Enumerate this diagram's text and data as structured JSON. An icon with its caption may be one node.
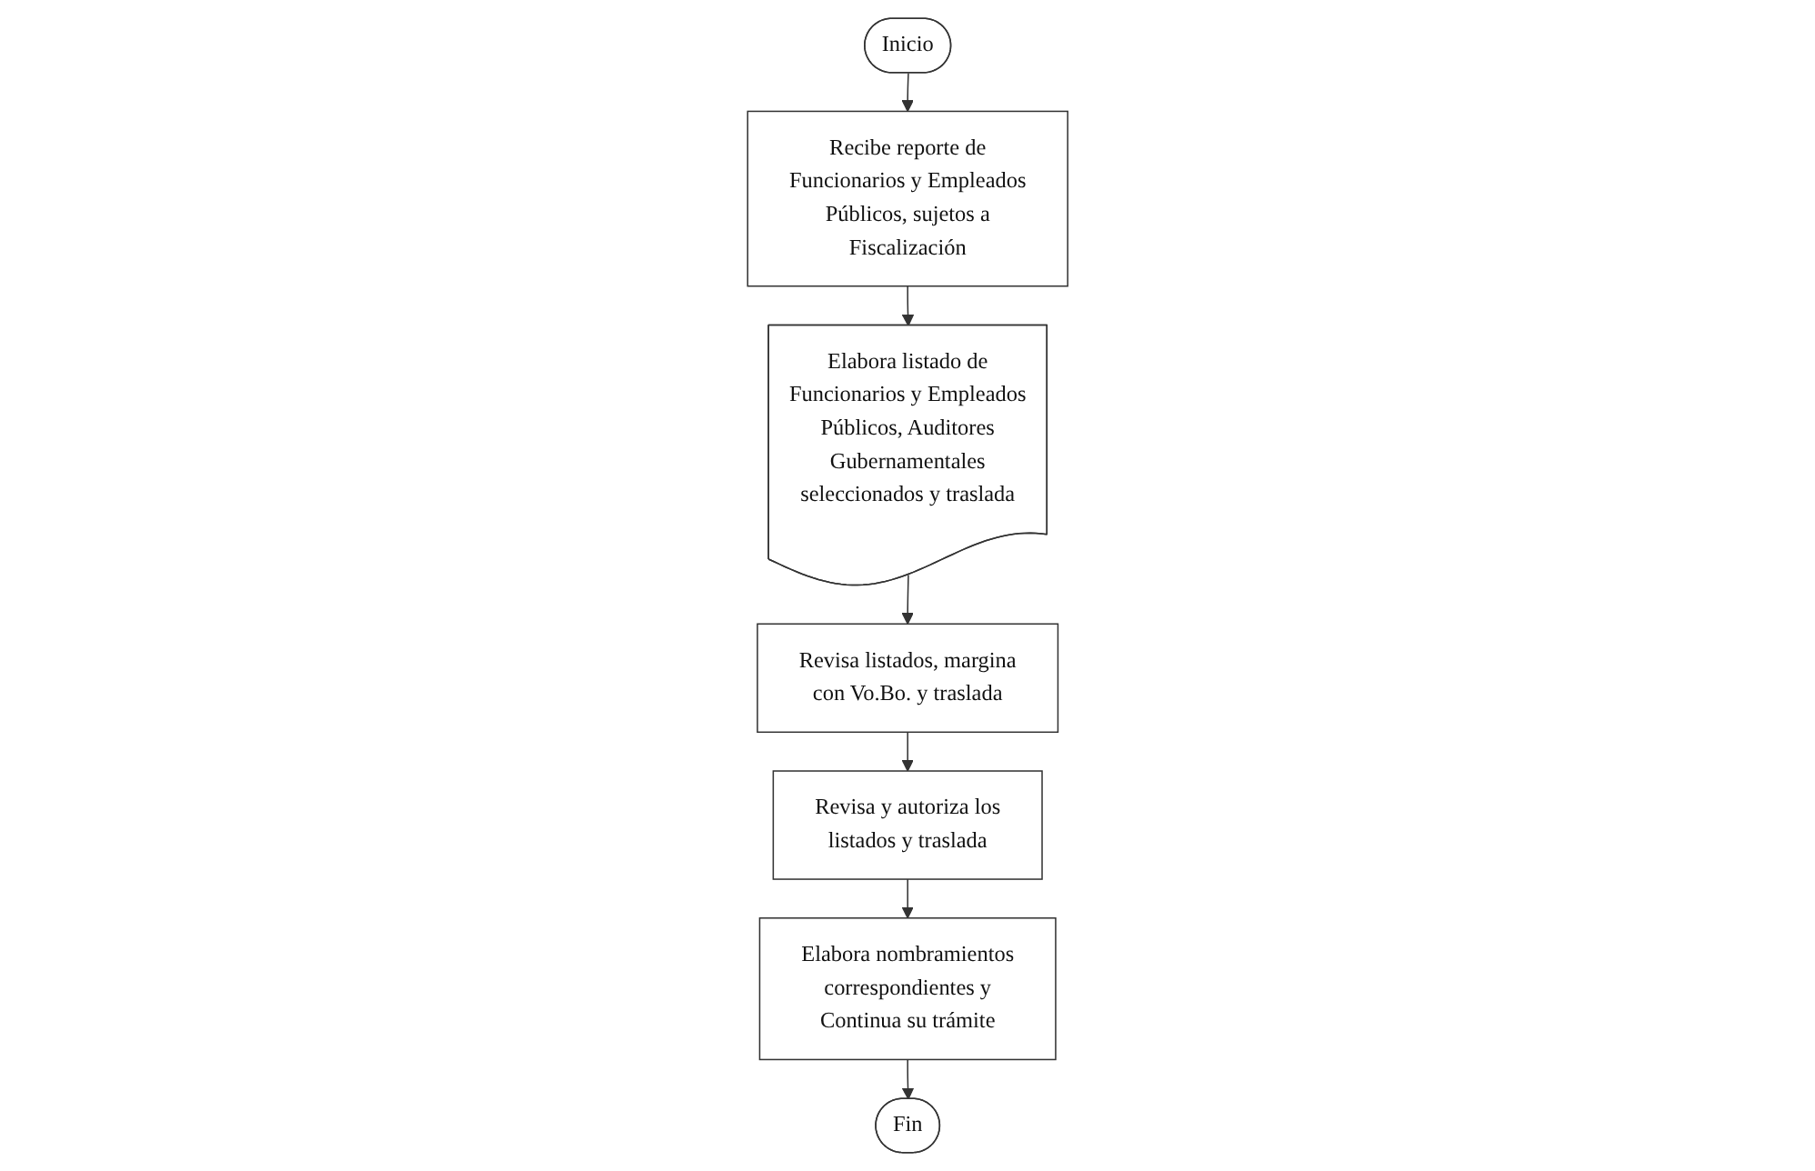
{
  "diagram": {
    "nodes": [
      {
        "text": [
          "Inicio"
        ]
      },
      {
        "text": [
          "Recibe reporte de Funcionarios y Empleados Públicos, sujetos a Fiscalización"
        ]
      },
      {
        "text": [
          "Elabora listado de Funcionarios y Empleados Públicos, Auditores Gubernamentales seleccionados y traslada"
        ]
      },
      {
        "text": [
          "Revisa listados, margina con Vo.Bo. y traslada"
        ]
      },
      {
        "text": [
          "Revisa y autoriza los listados y traslada"
        ]
      },
      {
        "text": [
          "Elabora nombramientos correspondientes y Continua su trámite"
        ]
      },
      {
        "text": [
          "Fin"
        ]
      }
    ],
    "edges": [
      {
        "from": 0,
        "to": 1,
        "arrow": "to"
      },
      {
        "from": 1,
        "to": 2,
        "arrow": "to"
      },
      {
        "from": 2,
        "to": 3,
        "arrow": "to"
      },
      {
        "from": 3,
        "to": 4,
        "arrow": "to"
      },
      {
        "from": 4,
        "to": 5,
        "arrow": "to"
      },
      {
        "from": 5,
        "to": 6,
        "arrow": "to"
      }
    ]
  }
}
